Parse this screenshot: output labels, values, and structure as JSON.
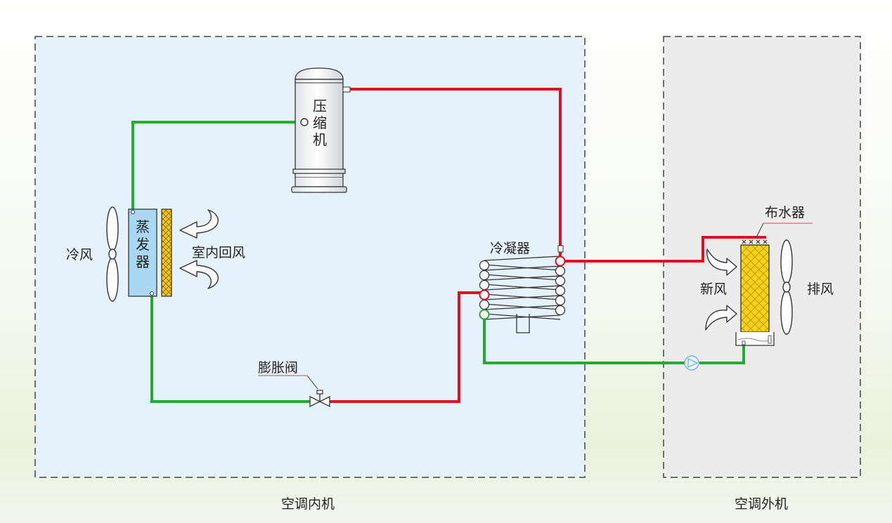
{
  "units": {
    "indoor": {
      "caption": "空调内机"
    },
    "outdoor": {
      "caption": "空调外机"
    }
  },
  "components": {
    "compressor": {
      "label": [
        "压",
        "缩",
        "机"
      ]
    },
    "evaporator": {
      "label": [
        "蒸",
        "发",
        "器"
      ]
    },
    "condenser": {
      "label": "冷凝器"
    },
    "expansion_valve": {
      "label": "膨胀阀"
    },
    "water_distributor": {
      "label": "布水器"
    }
  },
  "airflows": {
    "cold_air": "冷风",
    "indoor_return": "室内回风",
    "fresh_air": "新风",
    "exhaust_air": "排风"
  },
  "colors": {
    "hot_pipe": "#dd1122",
    "cold_pipe": "#22aa33",
    "indoor_bg": "#e6f2fb",
    "outdoor_bg": "#ececec",
    "evaporator_fill": "#a9d8f2",
    "pad_fill": "#f0d21e"
  }
}
